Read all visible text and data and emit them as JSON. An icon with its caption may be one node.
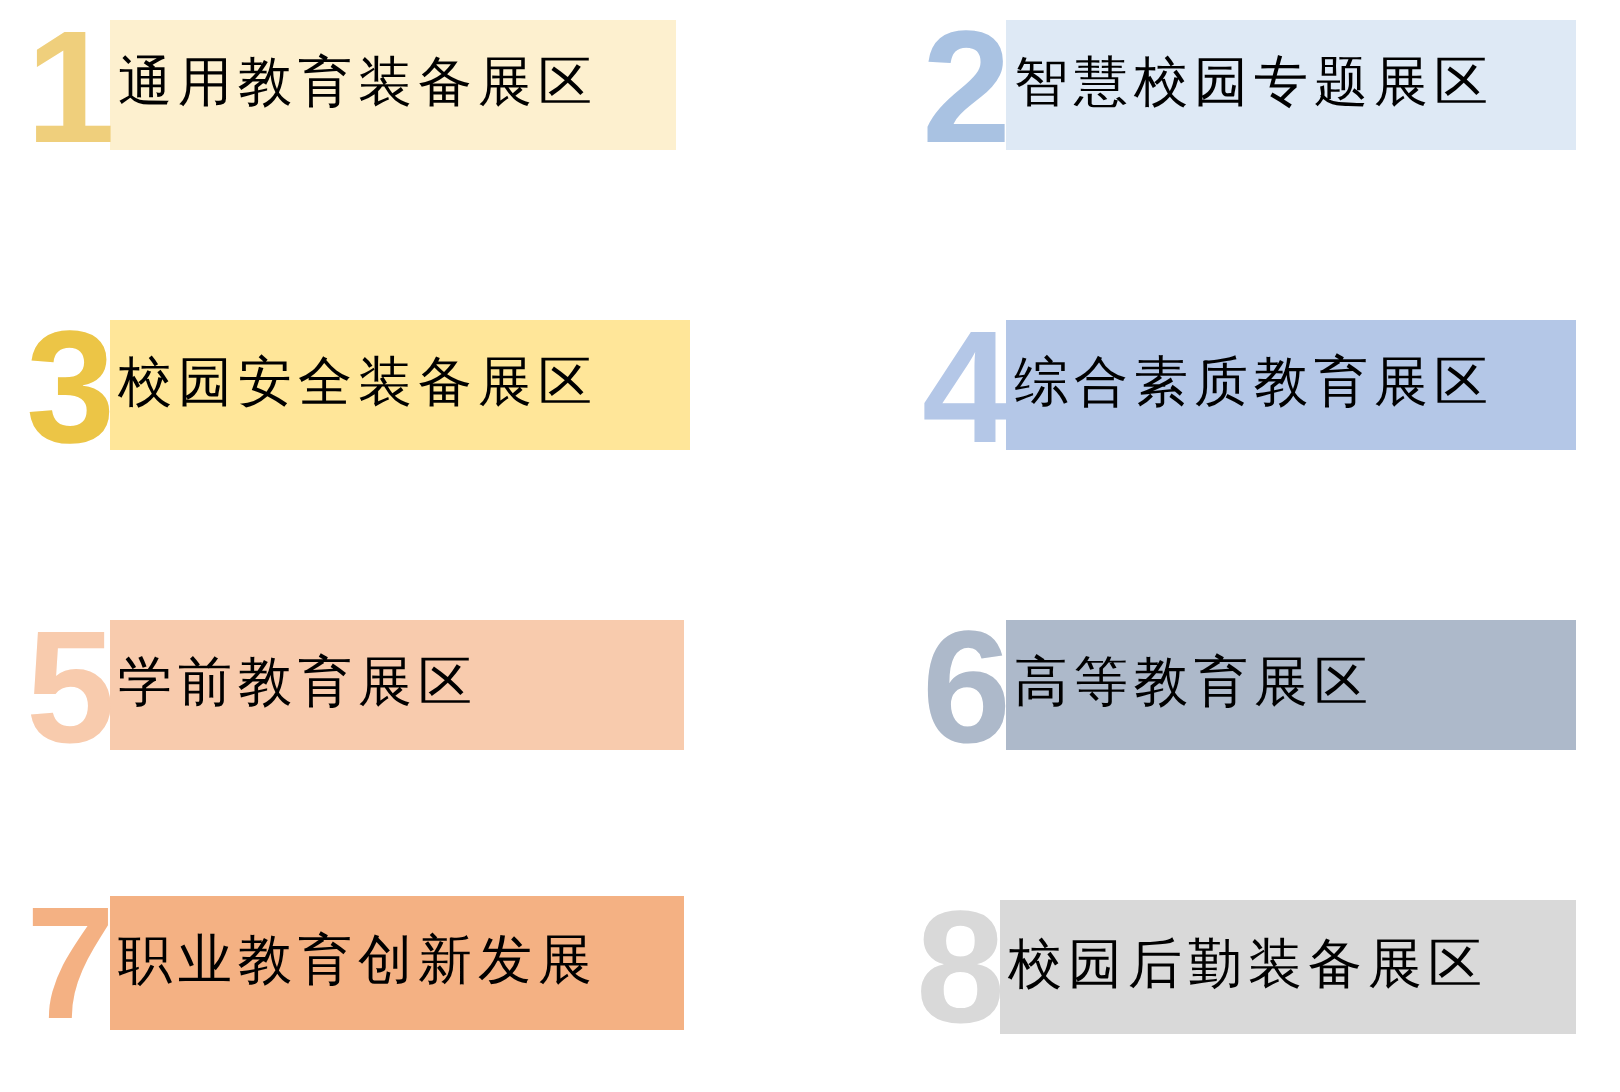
{
  "diagram": {
    "nodes": [
      {
        "text": [
          "1",
          "通用教育装备展区"
        ]
      },
      {
        "text": [
          "2",
          "智慧校园专题展区"
        ]
      },
      {
        "text": [
          "3",
          "校园安全装备展区"
        ]
      },
      {
        "text": [
          "4",
          "综合素质教育展区"
        ]
      },
      {
        "text": [
          "5",
          "学前教育展区"
        ]
      },
      {
        "text": [
          "6",
          "高等教育展区"
        ]
      },
      {
        "text": [
          "7",
          "职业教育创新发展"
        ]
      },
      {
        "text": [
          "8",
          "校园后勤装备展区"
        ]
      }
    ]
  }
}
